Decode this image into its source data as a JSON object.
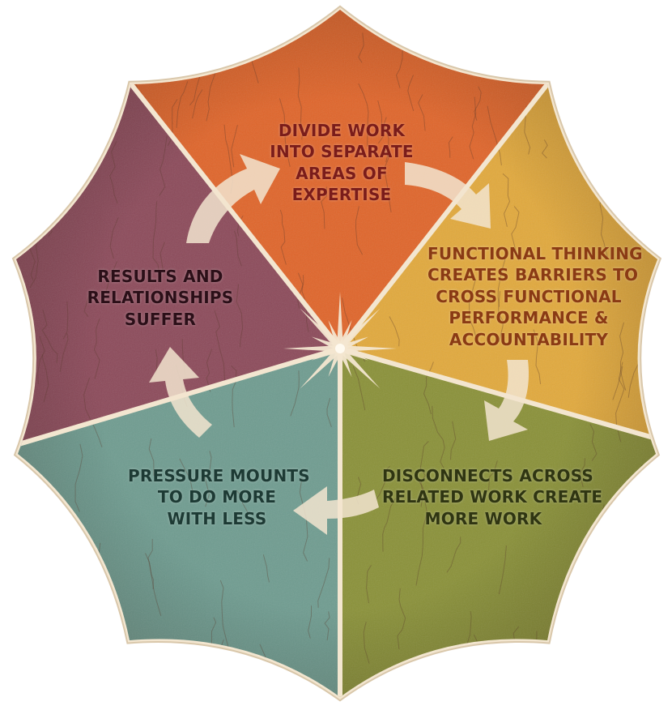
{
  "segments": [
    {
      "id": "divide-work",
      "lines": [
        "DIVIDE WORK",
        "INTO SEPARATE",
        "AREAS OF",
        "EXPERTISE"
      ],
      "fill": "#e0652a",
      "text_color": "#7a1c1a"
    },
    {
      "id": "functional-thinking",
      "lines": [
        "FUNCTIONAL THINKING",
        "CREATES BARRIERS TO",
        "CROSS FUNCTIONAL",
        "PERFORMANCE &",
        "ACCOUNTABILITY"
      ],
      "fill": "#e2a93c",
      "text_color": "#8a3a14"
    },
    {
      "id": "disconnects",
      "lines": [
        "DISCONNECTS ACROSS",
        "RELATED WORK CREATE",
        "MORE WORK"
      ],
      "fill": "#8a9138",
      "text_color": "#2f3512"
    },
    {
      "id": "pressure-mounts",
      "lines": [
        "PRESSURE MOUNTS",
        "TO DO MORE",
        "WITH LESS"
      ],
      "fill": "#6f9c90",
      "text_color": "#1d3a34"
    },
    {
      "id": "results-relationships",
      "lines": [
        "RESULTS AND",
        "RELATIONSHIPS",
        "SUFFER"
      ],
      "fill": "#8c4a5a",
      "text_color": "#2b0f18"
    }
  ],
  "colors": {
    "border": "#f3e6d0",
    "arrow": "#f2e4cf",
    "crack": "#5a3a2a"
  }
}
